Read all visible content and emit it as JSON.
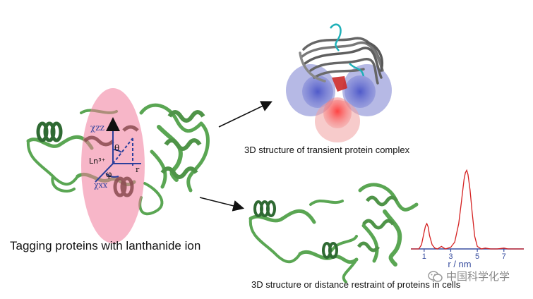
{
  "labels": {
    "left_caption": "Tagging proteins with lanthanide ion",
    "top_caption": "3D structure of transient protein complex",
    "bottom_caption": "3D structure or distance restraint of proteins in cells",
    "watermark_text": "中国科学化学",
    "watermark_icon": "wechat-icon"
  },
  "tensor": {
    "chi_zz": "χzz",
    "chi_xx": "χxx",
    "ln": "Ln³⁺",
    "theta": "θ",
    "phi": "φ",
    "r": "r"
  },
  "chart_data": {
    "type": "line",
    "xlabel": "r / nm",
    "xticks": [
      1,
      3,
      5,
      7
    ],
    "xlim": [
      0,
      8.5
    ],
    "ylim": [
      0,
      1
    ],
    "series": [
      {
        "x": [
          0.0,
          0.6,
          0.8,
          1.0,
          1.1,
          1.2,
          1.3,
          1.4,
          1.6,
          1.8,
          2.0,
          2.3,
          2.6,
          3.0,
          3.3,
          3.6,
          3.8,
          4.0,
          4.1,
          4.2,
          4.3,
          4.45,
          4.6,
          4.8,
          5.0,
          5.3,
          5.6,
          6.0,
          6.5,
          7.0,
          7.3,
          7.6,
          8.0,
          8.5
        ],
        "y": [
          0.0,
          0.0,
          0.05,
          0.2,
          0.27,
          0.3,
          0.26,
          0.16,
          0.05,
          0.01,
          0.0,
          0.03,
          0.0,
          0.02,
          0.08,
          0.3,
          0.55,
          0.82,
          0.9,
          0.93,
          0.88,
          0.7,
          0.45,
          0.15,
          0.03,
          0.0,
          0.01,
          0.0,
          0.0,
          0.01,
          0.0,
          0.0,
          0.0,
          0.0
        ]
      }
    ],
    "colors": {
      "line": "#d42020",
      "axis": "#3a4fa0",
      "ticks": "#3a4fa0"
    }
  }
}
